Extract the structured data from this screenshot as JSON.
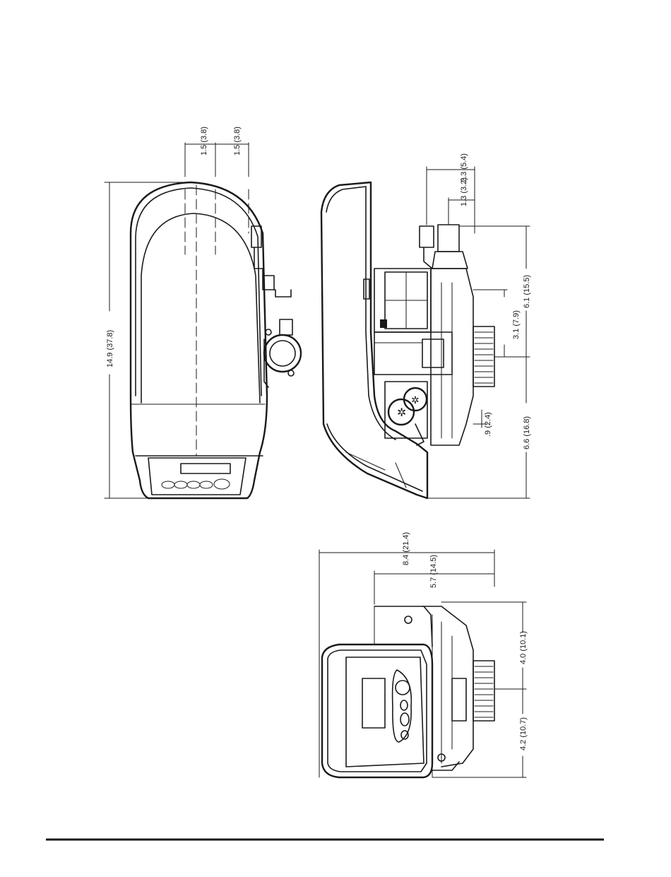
{
  "dimensions": {
    "offset_1": "1.5 (3.8)",
    "offset_2": "1.5 (3.8)",
    "overall_length": "14.9 (37.8)",
    "port_spacing": "2.3 (5.4)",
    "port_offset": "1.3 (3.2)",
    "outlet_height": "6.1 (15.5)",
    "thread_center": "3.1 (7.9)",
    "bottom_offset": ".9 (2.4)",
    "base_height": "6.6 (16.8)",
    "total_depth": "8.4 (21.4)",
    "body_depth": "5.7 (14.5)",
    "thread_upper": "4.0 (10.1)",
    "thread_lower": "4.2 (10.7)"
  }
}
